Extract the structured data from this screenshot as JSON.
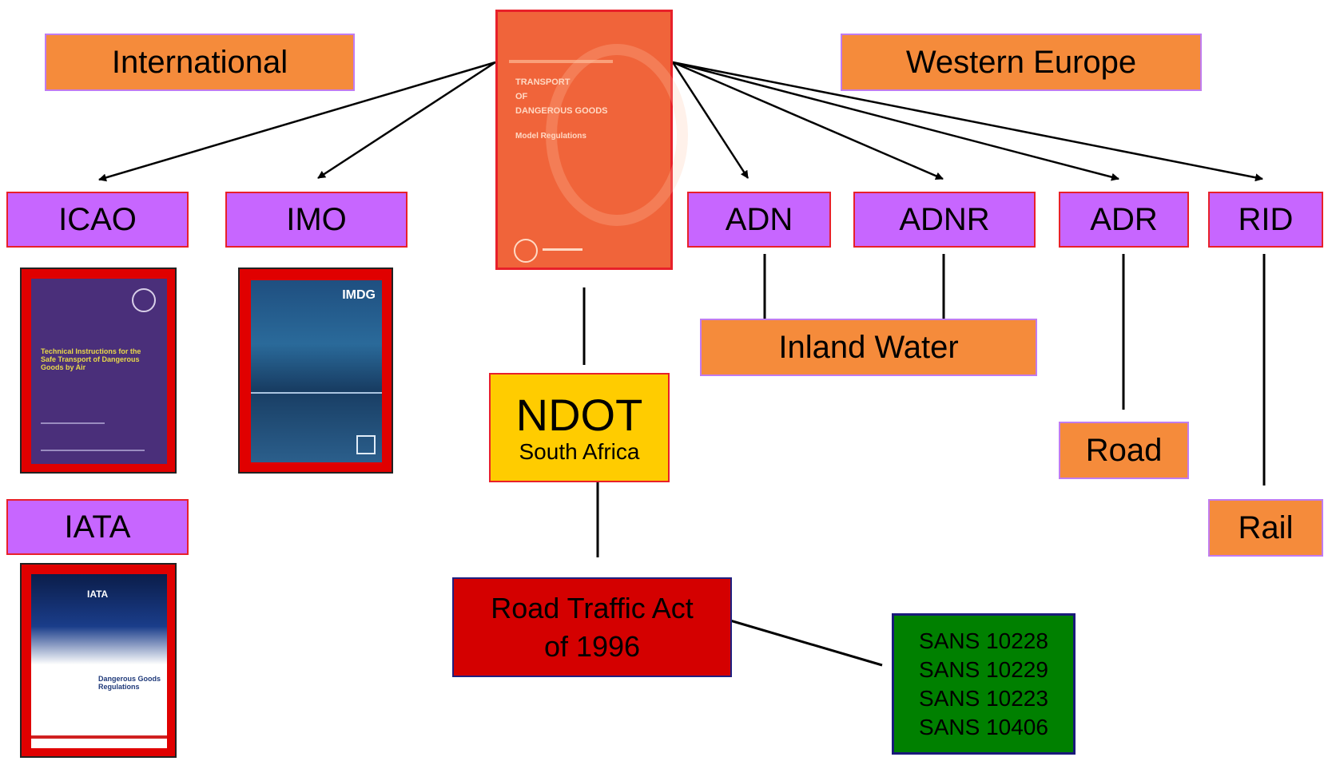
{
  "regions": {
    "international": "International",
    "western_europe": "Western Europe"
  },
  "bodies": {
    "icao": "ICAO",
    "imo": "IMO",
    "iata": "IATA",
    "adn": "ADN",
    "adnr": "ADNR",
    "adr": "ADR",
    "rid": "RID"
  },
  "modes": {
    "inland_water": "Inland Water",
    "road": "Road",
    "rail": "Rail"
  },
  "ndot": {
    "title": "NDOT",
    "subtitle": "South Africa"
  },
  "road_traffic_act": {
    "line1": "Road Traffic Act",
    "line2": "of 1996"
  },
  "standards": [
    "SANS 10228",
    "SANS 10229",
    "SANS 10223",
    "SANS 10406"
  ],
  "covers": {
    "un_model": {
      "line1": "TRANSPORT",
      "line2": "OF",
      "line3": "DANGEROUS GOODS",
      "line4": "Model Regulations"
    },
    "icao_manual": "Technical Instructions for the Safe Transport of Dangerous Goods by Air",
    "imdg": "IMDG",
    "iata_manual_logo": "IATA",
    "iata_manual_title": "Dangerous Goods Regulations"
  },
  "colors": {
    "orange": "#f58b3b",
    "purple": "#c766ff",
    "yellow": "#ffcc00",
    "red": "#d40000",
    "green": "#008000"
  }
}
